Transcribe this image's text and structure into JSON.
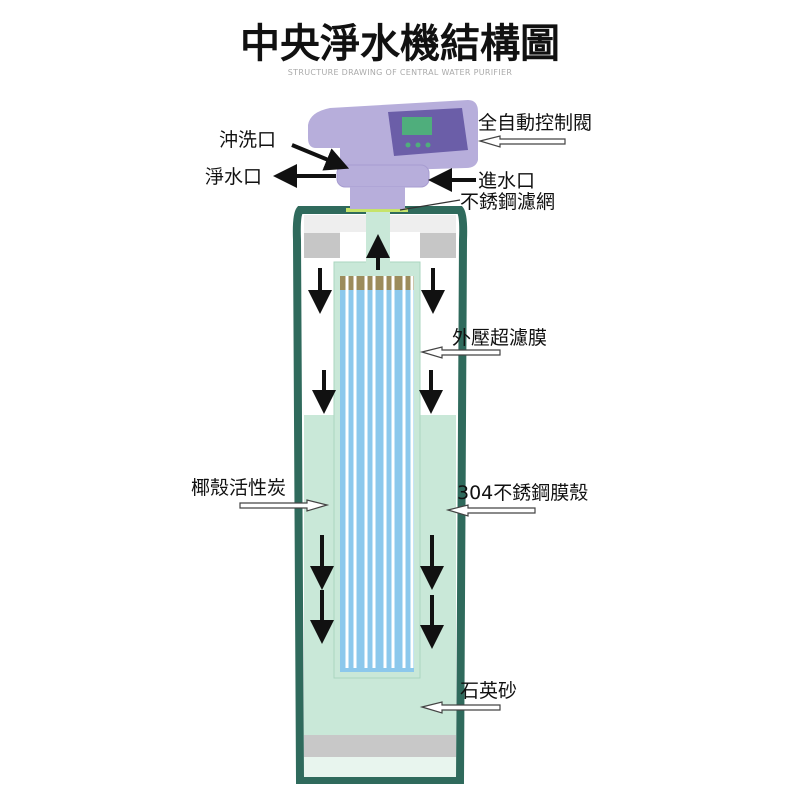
{
  "title": "中央淨水機結構圖",
  "subtitle": "STRUCTURE DRAWING OF CENTRAL WATER PURIFIER",
  "labels": {
    "control_valve": "全自動控制閥",
    "flush_outlet": "沖洗口",
    "pure_outlet": "淨水口",
    "inlet": "進水口",
    "steel_mesh": "不銹鋼濾網",
    "uf_membrane": "外壓超濾膜",
    "coconut_carbon": "椰殼活性炭",
    "steel_housing": "304不銹鋼膜殼",
    "quartz_sand": "石英砂"
  },
  "colors": {
    "valve": "#b7aedb",
    "valve_panel": "#6b5ea8",
    "screen": "#4fae7c",
    "housing": "#2f6a5c",
    "media": "#c9e8d8",
    "membrane": "#8cc8ec",
    "cap": "#bfbfbf"
  }
}
